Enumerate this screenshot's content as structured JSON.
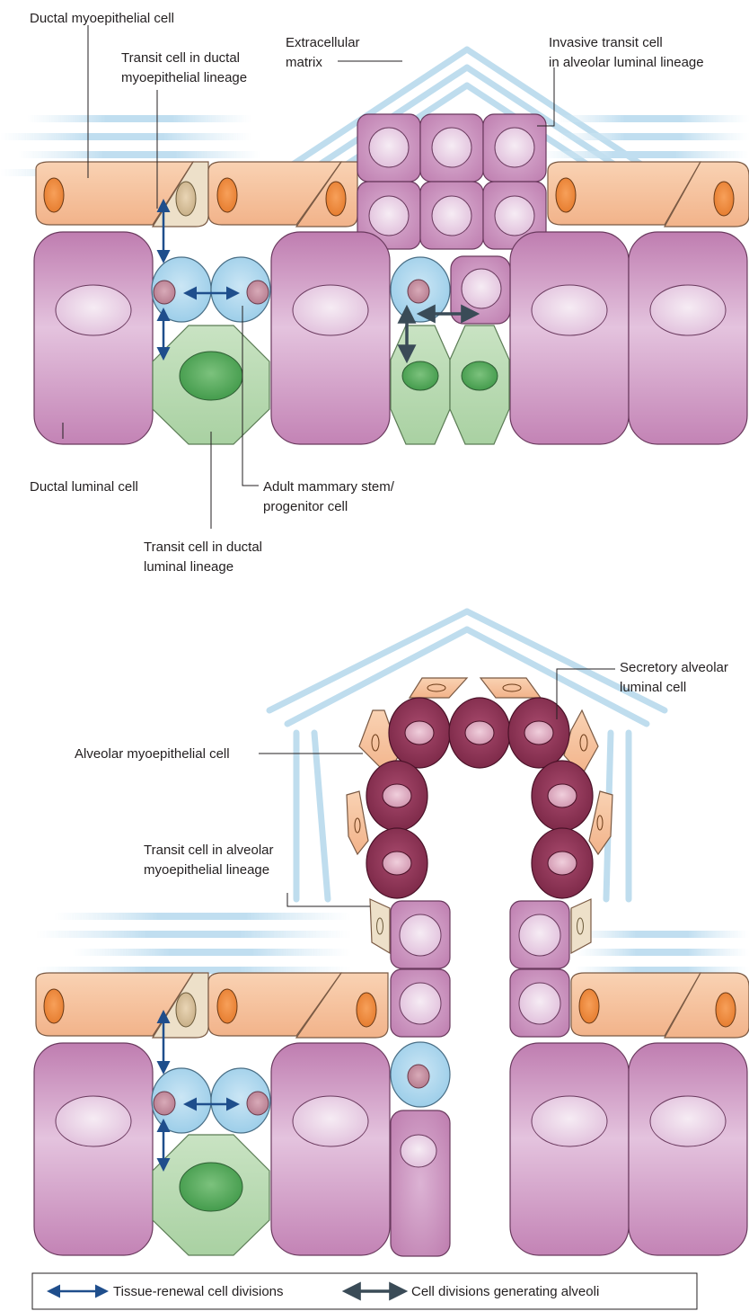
{
  "panel_top": {
    "labels": {
      "ductal_myoepithelial": "Ductal myoepithelial cell",
      "transit_ductal_myo_1": "Transit cell in ductal",
      "transit_ductal_myo_2": "myoepithelial lineage",
      "extracellular_1": "Extracellular",
      "extracellular_2": "matrix",
      "invasive_1": "Invasive transit cell",
      "invasive_2": "in alveolar luminal lineage",
      "ductal_luminal": "Ductal luminal cell",
      "stem_1": "Adult mammary stem/",
      "stem_2": "progenitor cell",
      "transit_ductal_lum_1": "Transit cell in ductal",
      "transit_ductal_lum_2": "luminal lineage"
    }
  },
  "panel_bottom": {
    "labels": {
      "secretory_1": "Secretory alveolar",
      "secretory_2": "luminal cell",
      "alveolar_myo": "Alveolar myoepithelial cell",
      "transit_alv_myo_1": "Transit cell in alveolar",
      "transit_alv_myo_2": "myoepithelial lineage"
    }
  },
  "legend": {
    "tissue_renewal": "Tissue-renewal cell divisions",
    "alveoli": "Cell divisions generating alveoli"
  },
  "colors": {
    "luminal": "#c887b8",
    "myoepithelial": "#f6c39b",
    "transit_myo": "#ede0c9",
    "stem": "#a9d6ee",
    "transit_luminal": "#bddcb7",
    "secretory": "#8e3556",
    "arrow_tissue": "#1f4e8c",
    "arrow_alveoli": "#3a4b57"
  }
}
